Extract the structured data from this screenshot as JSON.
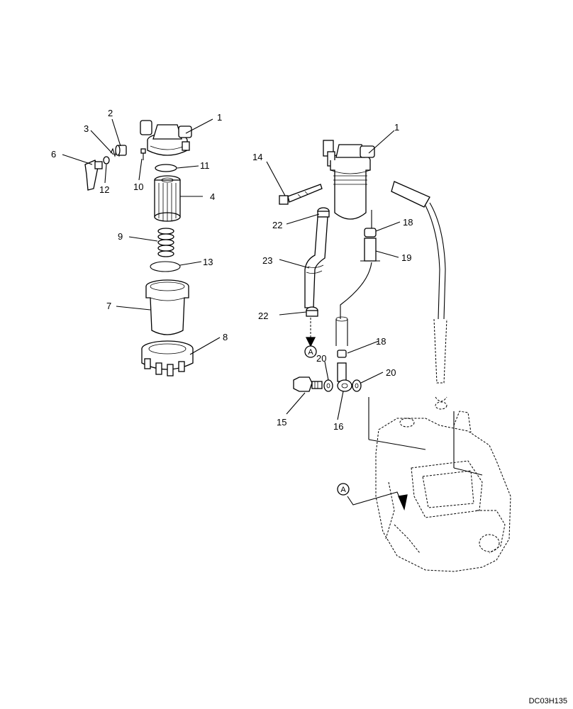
{
  "drawing_code": "DC03H135",
  "callouts": {
    "c1a": "1",
    "c2": "2",
    "c3": "3",
    "c4": "4",
    "c6": "6",
    "c7": "7",
    "c8": "8",
    "c9": "9",
    "c10": "10",
    "c11": "11",
    "c12": "12",
    "c13": "13",
    "c1b": "1",
    "c14": "14",
    "c15": "15",
    "c16": "16",
    "c18a": "18",
    "c18b": "18",
    "c19": "19",
    "c20a": "20",
    "c20b": "20",
    "c22a": "22",
    "c22b": "22",
    "c23": "23"
  },
  "refs": {
    "a1": "A",
    "a2": "A"
  }
}
